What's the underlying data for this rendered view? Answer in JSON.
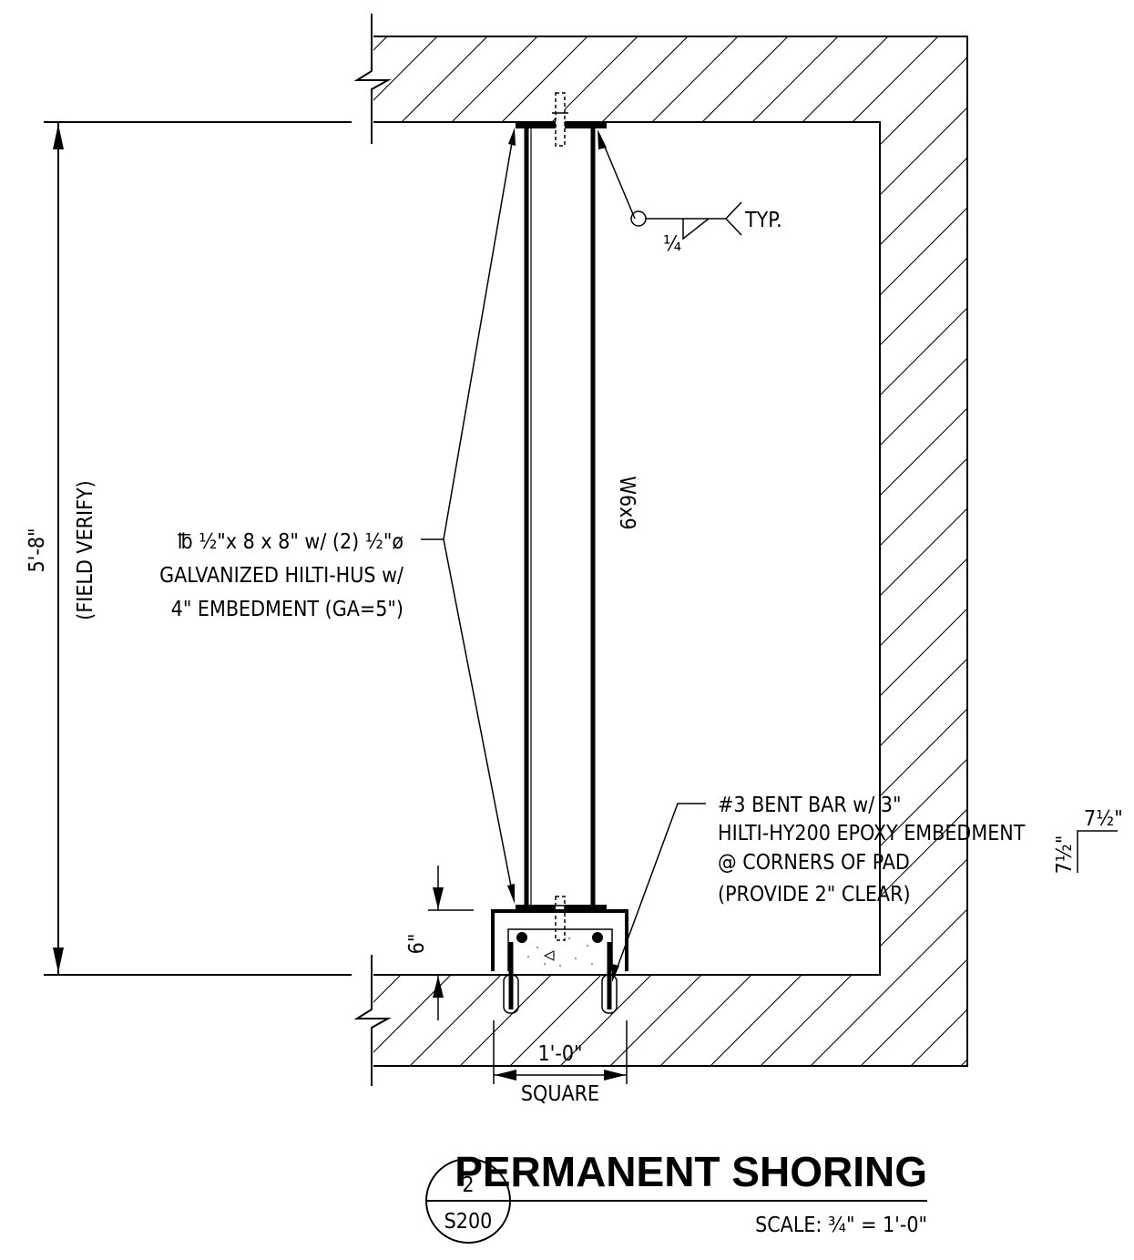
{
  "detail": {
    "member_label": "W6x9",
    "dimension_height": "5'-8\"",
    "dimension_note": "(FIELD VERIFY)",
    "plate_note": [
      "℔ ½\"x 8 x 8\" w/ (2) ½\"ø",
      "GALVANIZED HILTI-HUS w/",
      "4\" EMBEDMENT (GA=5\")"
    ],
    "weld_size": "¼",
    "weld_note": "TYP.",
    "bar_note": [
      "#3 BENT BAR w/ 3\"",
      "HILTI-HY200 EPOXY EMBEDMENT",
      "@ CORNERS OF PAD",
      "(PROVIDE 2\" CLEAR)"
    ],
    "pad_depth": "6\"",
    "pad_width": "1'-0\"",
    "pad_width_note": "SQUARE",
    "chamfer_h": "7½\"",
    "chamfer_v": "7½\""
  },
  "title_block": {
    "detail_number": "2",
    "sheet_number": "S200",
    "title": "PERMANENT SHORING",
    "scale_label": "SCALE: ¾\" = 1'-0\""
  }
}
